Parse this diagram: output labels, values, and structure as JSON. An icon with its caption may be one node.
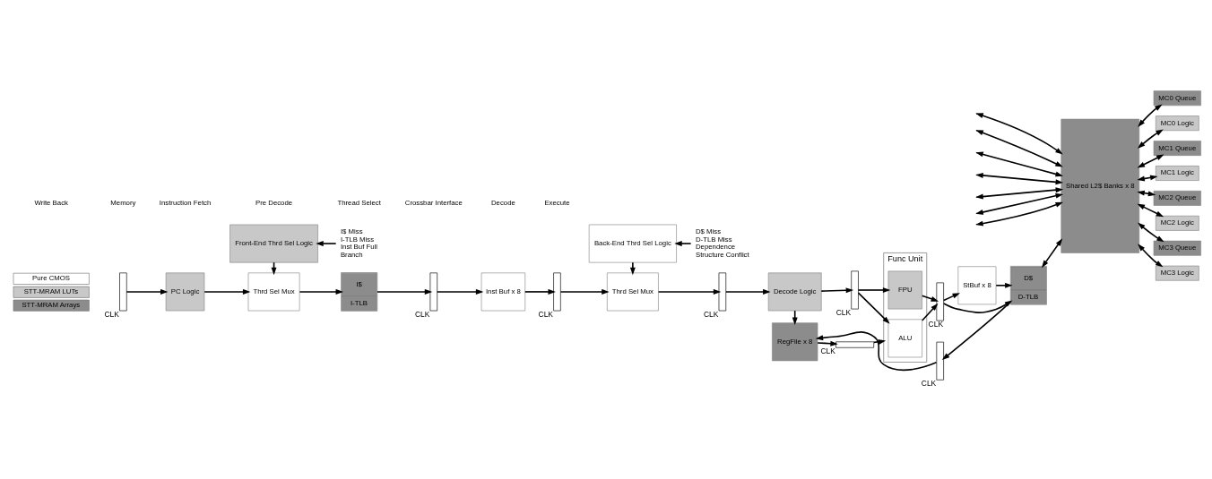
{
  "diagram": {
    "nodes": [
      {
        "text": [],
        "shape": "bar",
        "beside": [
          "CLK"
        ]
      },
      {
        "text": [
          "PC Logic"
        ]
      },
      {
        "text": [
          "Thrd Sel Mux"
        ]
      },
      {
        "text": [
          "I$",
          "I-TLB"
        ]
      },
      {
        "text": [],
        "shape": "bar",
        "beside": [
          "CLK"
        ]
      },
      {
        "text": [
          "Inst Buf x 8"
        ]
      },
      {
        "text": [],
        "shape": "bar",
        "beside": [
          "CLK"
        ]
      },
      {
        "text": [
          "Thrd Sel Mux"
        ]
      },
      {
        "text": [],
        "shape": "bar",
        "beside": [
          "CLK"
        ]
      },
      {
        "text": [
          "Decode Logic"
        ]
      },
      {
        "text": [],
        "shape": "bar",
        "beside": [
          "CLK"
        ]
      },
      {
        "text": [
          "Func Unit"
        ]
      },
      {
        "text": [
          "ALU"
        ],
        "in": 11
      },
      {
        "text": [
          "FPU"
        ],
        "in": 11
      },
      {
        "text": [],
        "shape": "bar",
        "beside": [
          "CLK"
        ]
      },
      {
        "text": [
          "StBuf x 8"
        ]
      },
      {
        "text": [
          "D$",
          "D-TLB"
        ]
      },
      {
        "text": [
          "RegFile x 8"
        ]
      },
      {
        "text": [],
        "shape": "bar",
        "beside": [
          "CLK"
        ]
      },
      {
        "text": [],
        "shape": "bar",
        "beside": [
          "CLK"
        ]
      },
      {
        "text": [
          "Front-End Thrd Sel Logic"
        ]
      },
      {
        "text": [
          "Back-End Thrd Sel Logic"
        ]
      },
      {
        "text": [
          "I$ Miss",
          "I-TLB Miss",
          "Inst Buf Full",
          "Branch"
        ]
      },
      {
        "text": [
          "D$ Miss",
          "D-TLB Miss",
          "Dependence",
          "Structure Conflict"
        ]
      },
      {
        "text": [
          "Shared L2$ Banks x 8"
        ]
      },
      {
        "text": [
          "MC0 Queue"
        ]
      },
      {
        "text": [
          "MC0 Logic"
        ]
      },
      {
        "text": [
          "MC1 Queue"
        ]
      },
      {
        "text": [
          "MC1 Logic"
        ]
      },
      {
        "text": [
          "MC2 Queue"
        ]
      },
      {
        "text": [
          "MC2 Logic"
        ]
      },
      {
        "text": [
          "MC3 Queue"
        ]
      },
      {
        "text": [
          "MC3 Logic"
        ]
      }
    ],
    "edges": [
      {
        "from": 0,
        "to": 1,
        "arrow": "to"
      },
      {
        "from": 1,
        "to": 2,
        "arrow": "to"
      },
      {
        "from": 2,
        "to": 3,
        "arrow": "to"
      },
      {
        "from": 3,
        "to": 4,
        "arrow": "to"
      },
      {
        "from": 4,
        "to": 5,
        "arrow": "to"
      },
      {
        "from": 5,
        "to": 6,
        "arrow": "to"
      },
      {
        "from": 6,
        "to": 7,
        "arrow": "to"
      },
      {
        "from": 7,
        "to": 8,
        "arrow": "to"
      },
      {
        "from": 8,
        "to": 9,
        "arrow": "to"
      },
      {
        "from": 9,
        "to": 10,
        "arrow": "to"
      },
      {
        "from": 10,
        "to": 12,
        "arrow": "to"
      },
      {
        "from": 10,
        "to": 13,
        "arrow": "to"
      },
      {
        "from": 12,
        "to": 14,
        "arrow": "to"
      },
      {
        "from": 13,
        "to": 14,
        "arrow": "to"
      },
      {
        "from": 14,
        "to": 16,
        "arrow": "to"
      },
      {
        "from": 14,
        "to": 15,
        "arrow": "to"
      },
      {
        "from": 15,
        "to": 16,
        "arrow": "to"
      },
      {
        "from": 9,
        "to": 17,
        "arrow": "to"
      },
      {
        "from": 17,
        "to": 18,
        "arrow": "to"
      },
      {
        "from": 18,
        "to": 11,
        "arrow": "to"
      },
      {
        "from": 16,
        "to": 19,
        "arrow": "to"
      },
      {
        "from": 19,
        "to": 17,
        "arrow": "to"
      },
      {
        "from": 20,
        "to": 2,
        "arrow": "to"
      },
      {
        "from": 22,
        "to": 20,
        "arrow": "to"
      },
      {
        "from": 21,
        "to": 7,
        "arrow": "to"
      },
      {
        "from": 23,
        "to": 21,
        "arrow": "to"
      },
      {
        "from": 16,
        "to": 24,
        "arrow": "both"
      },
      {
        "from": null,
        "to": 24,
        "arrow": "both"
      },
      {
        "from": null,
        "to": 24,
        "arrow": "both"
      },
      {
        "from": null,
        "to": 24,
        "arrow": "both"
      },
      {
        "from": null,
        "to": 24,
        "arrow": "both"
      },
      {
        "from": null,
        "to": 24,
        "arrow": "both"
      },
      {
        "from": null,
        "to": 24,
        "arrow": "both"
      },
      {
        "from": null,
        "to": 24,
        "arrow": "both"
      },
      {
        "from": 24,
        "to": 25,
        "arrow": "both"
      },
      {
        "from": 24,
        "to": 26,
        "arrow": "both"
      },
      {
        "from": 24,
        "to": 27,
        "arrow": "both"
      },
      {
        "from": 24,
        "to": 28,
        "arrow": "both"
      },
      {
        "from": 24,
        "to": 29,
        "arrow": "both"
      },
      {
        "from": 24,
        "to": 30,
        "arrow": "both"
      },
      {
        "from": 24,
        "to": 31,
        "arrow": "both"
      },
      {
        "from": 24,
        "to": 32,
        "arrow": "both"
      }
    ],
    "labels": [
      "Write Back",
      "Memory",
      "Instruction Fetch",
      "Pre Decode",
      "Thread Select",
      "Crossbar Interface",
      "Decode",
      "Execute"
    ],
    "legend": [
      {
        "text": "Pure CMOS",
        "color": "#ffffff"
      },
      {
        "text": "STT-MRAM LUTs",
        "color": "#c8c8c8"
      },
      {
        "text": "STT-MRAM Arrays",
        "color": "#8c8c8c"
      }
    ]
  }
}
